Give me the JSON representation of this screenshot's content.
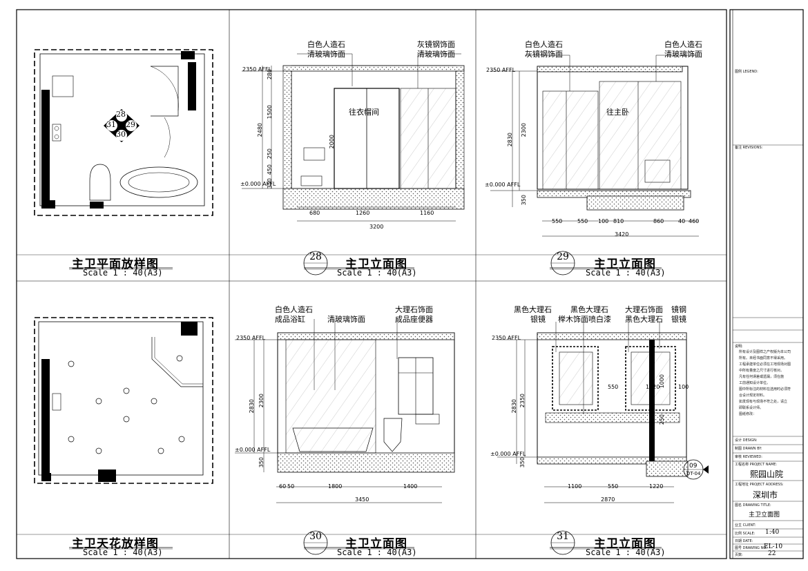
{
  "views": {
    "plan": {
      "title": "主卫平面放样图",
      "scale": "Scale 1 : 40(A3)"
    },
    "ceiling": {
      "title": "主卫天花放样图",
      "scale": "Scale 1 : 40(A3)"
    },
    "e28": {
      "num": "28",
      "title": "主卫立面图",
      "scale": "Scale 1 : 40(A3)"
    },
    "e29": {
      "num": "29",
      "title": "主卫立面图",
      "scale": "Scale 1 : 40(A3)"
    },
    "e30": {
      "num": "30",
      "title": "主卫立面图",
      "scale": "Scale 1 : 40(A3)"
    },
    "e31": {
      "num": "31",
      "title": "主卫立面图",
      "scale": "Scale 1 : 40(A3)"
    }
  },
  "plan_markers": [
    "28",
    "29",
    "30",
    "31"
  ],
  "notes28": {
    "l1": "白色人造石",
    "l2": "清玻璃饰面",
    "r1": "灰镜钢饰面",
    "r2": "清玻璃饰面",
    "room": "往衣帽间",
    "affl_top": "2350 AFFL",
    "affl_bot": "±0.000 AFFL",
    "v": [
      "2480",
      "1500",
      "250",
      "450",
      "350",
      "280",
      "2000"
    ],
    "h": [
      "680",
      "1260",
      "1160"
    ],
    "total": "3200"
  },
  "notes29": {
    "l1": "白色人造石",
    "l2": "灰镜钢饰面",
    "r1": "白色人造石",
    "r2": "清玻璃饰面",
    "room": "往主卧",
    "affl_top": "2350 AFFL",
    "affl_bot": "±0.000 AFFL",
    "v": [
      "2830",
      "2300",
      "350"
    ],
    "h": [
      "550",
      "550",
      "100",
      "810",
      "860",
      "40",
      "460"
    ],
    "total": "3420"
  },
  "notes30": {
    "l1": "白色人造石",
    "l2": "成品浴缸",
    "m1": "清玻璃饰面",
    "r1": "大理石饰面",
    "r2": "成品座便器",
    "affl_top": "2350 AFFL",
    "affl_bot": "±0.000 AFFL",
    "v": [
      "2830",
      "2300",
      "350"
    ],
    "h": [
      "60",
      "50",
      "1800",
      "1400"
    ],
    "total": "3450"
  },
  "notes31": {
    "a1": "黑色大理石",
    "a2": "银镜",
    "b1": "黑色大理石",
    "b2": "榉木饰面喷白漆",
    "c1": "大理石饰面",
    "c2": "黑色大理石",
    "d1": "镜钢",
    "d2": "银镜",
    "affl_top": "2350 AFFL",
    "affl_bot": "±0.000 AFFL",
    "v": [
      "2830",
      "2350",
      "350",
      "550",
      "1120",
      "1000",
      "100",
      "250"
    ],
    "h": [
      "1100",
      "550",
      "1220"
    ],
    "total": "2870",
    "ref_num": "09",
    "ref_code": "DT-04"
  },
  "titleblock": {
    "legend": "图例 LEGEND:",
    "revisions": "备注 REVISIONS:",
    "notes_label": "说明:",
    "notes": [
      "所有设计及图样之产权版为本公司",
      "所有。未经书面同意不得采用。",
      "工程承建单位必须在工地现场对图",
      "中所有量度之尺寸进行核对。",
      "凡有任何误差或遗漏，须在施",
      "工前通知设计单位。",
      "图中所标注的材料在选用时必须符",
      "合设计规定材料。",
      "如发现有与现场不符之处，请立",
      "即联系设计师。",
      "图纸修改："
    ],
    "design": "设计 DESIGN:",
    "drawn": "制图 DRAWN BY:",
    "reviewed": "审核 REVIEWED:",
    "project_label": "工程名称 PROJECT NAME:",
    "project": "熙园山院",
    "address_label": "工程地址 PROJECT ADDRESS:",
    "address": "深圳市",
    "dtitle_label": "图名 DRAWING TITLE:",
    "dtitle": "主卫立面图",
    "client_label": "业主 CLIENT:",
    "scale_label": "比例 SCALE:",
    "scale": "1:40",
    "date_label": "日期 DATE:",
    "dwg_label": "图号 DRAWING NO:",
    "dwg": "EL-10",
    "page_label": "页数:",
    "page": "22"
  }
}
